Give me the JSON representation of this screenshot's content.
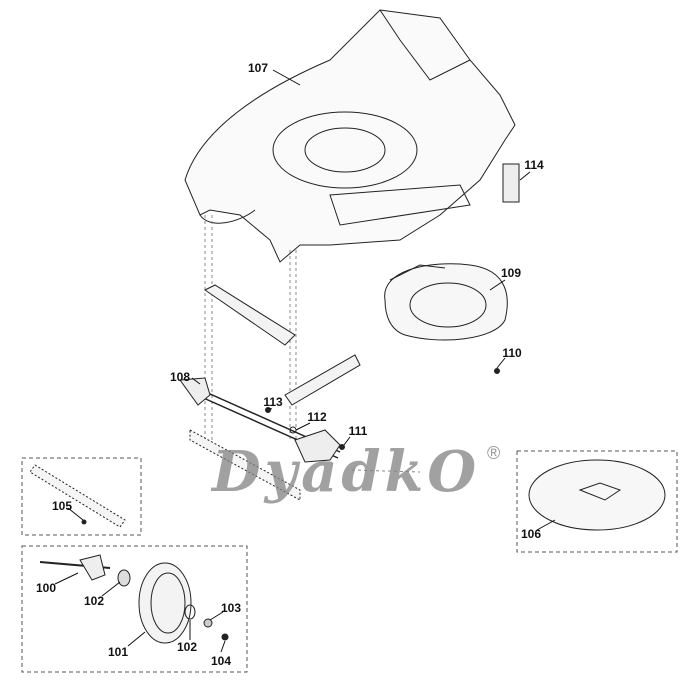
{
  "watermark": {
    "text": "DyadkO",
    "registered_mark": "®"
  },
  "callouts": [
    {
      "id": "107",
      "label": "107"
    },
    {
      "id": "114",
      "label": "114"
    },
    {
      "id": "109",
      "label": "109"
    },
    {
      "id": "110",
      "label": "110"
    },
    {
      "id": "108",
      "label": "108"
    },
    {
      "id": "113",
      "label": "113"
    },
    {
      "id": "112",
      "label": "112"
    },
    {
      "id": "111",
      "label": "111"
    },
    {
      "id": "105",
      "label": "105"
    },
    {
      "id": "106",
      "label": "106"
    },
    {
      "id": "100",
      "label": "100"
    },
    {
      "id": "102a",
      "label": "102"
    },
    {
      "id": "103",
      "label": "103"
    },
    {
      "id": "101",
      "label": "101"
    },
    {
      "id": "102b",
      "label": "102"
    },
    {
      "id": "104",
      "label": "104"
    }
  ]
}
